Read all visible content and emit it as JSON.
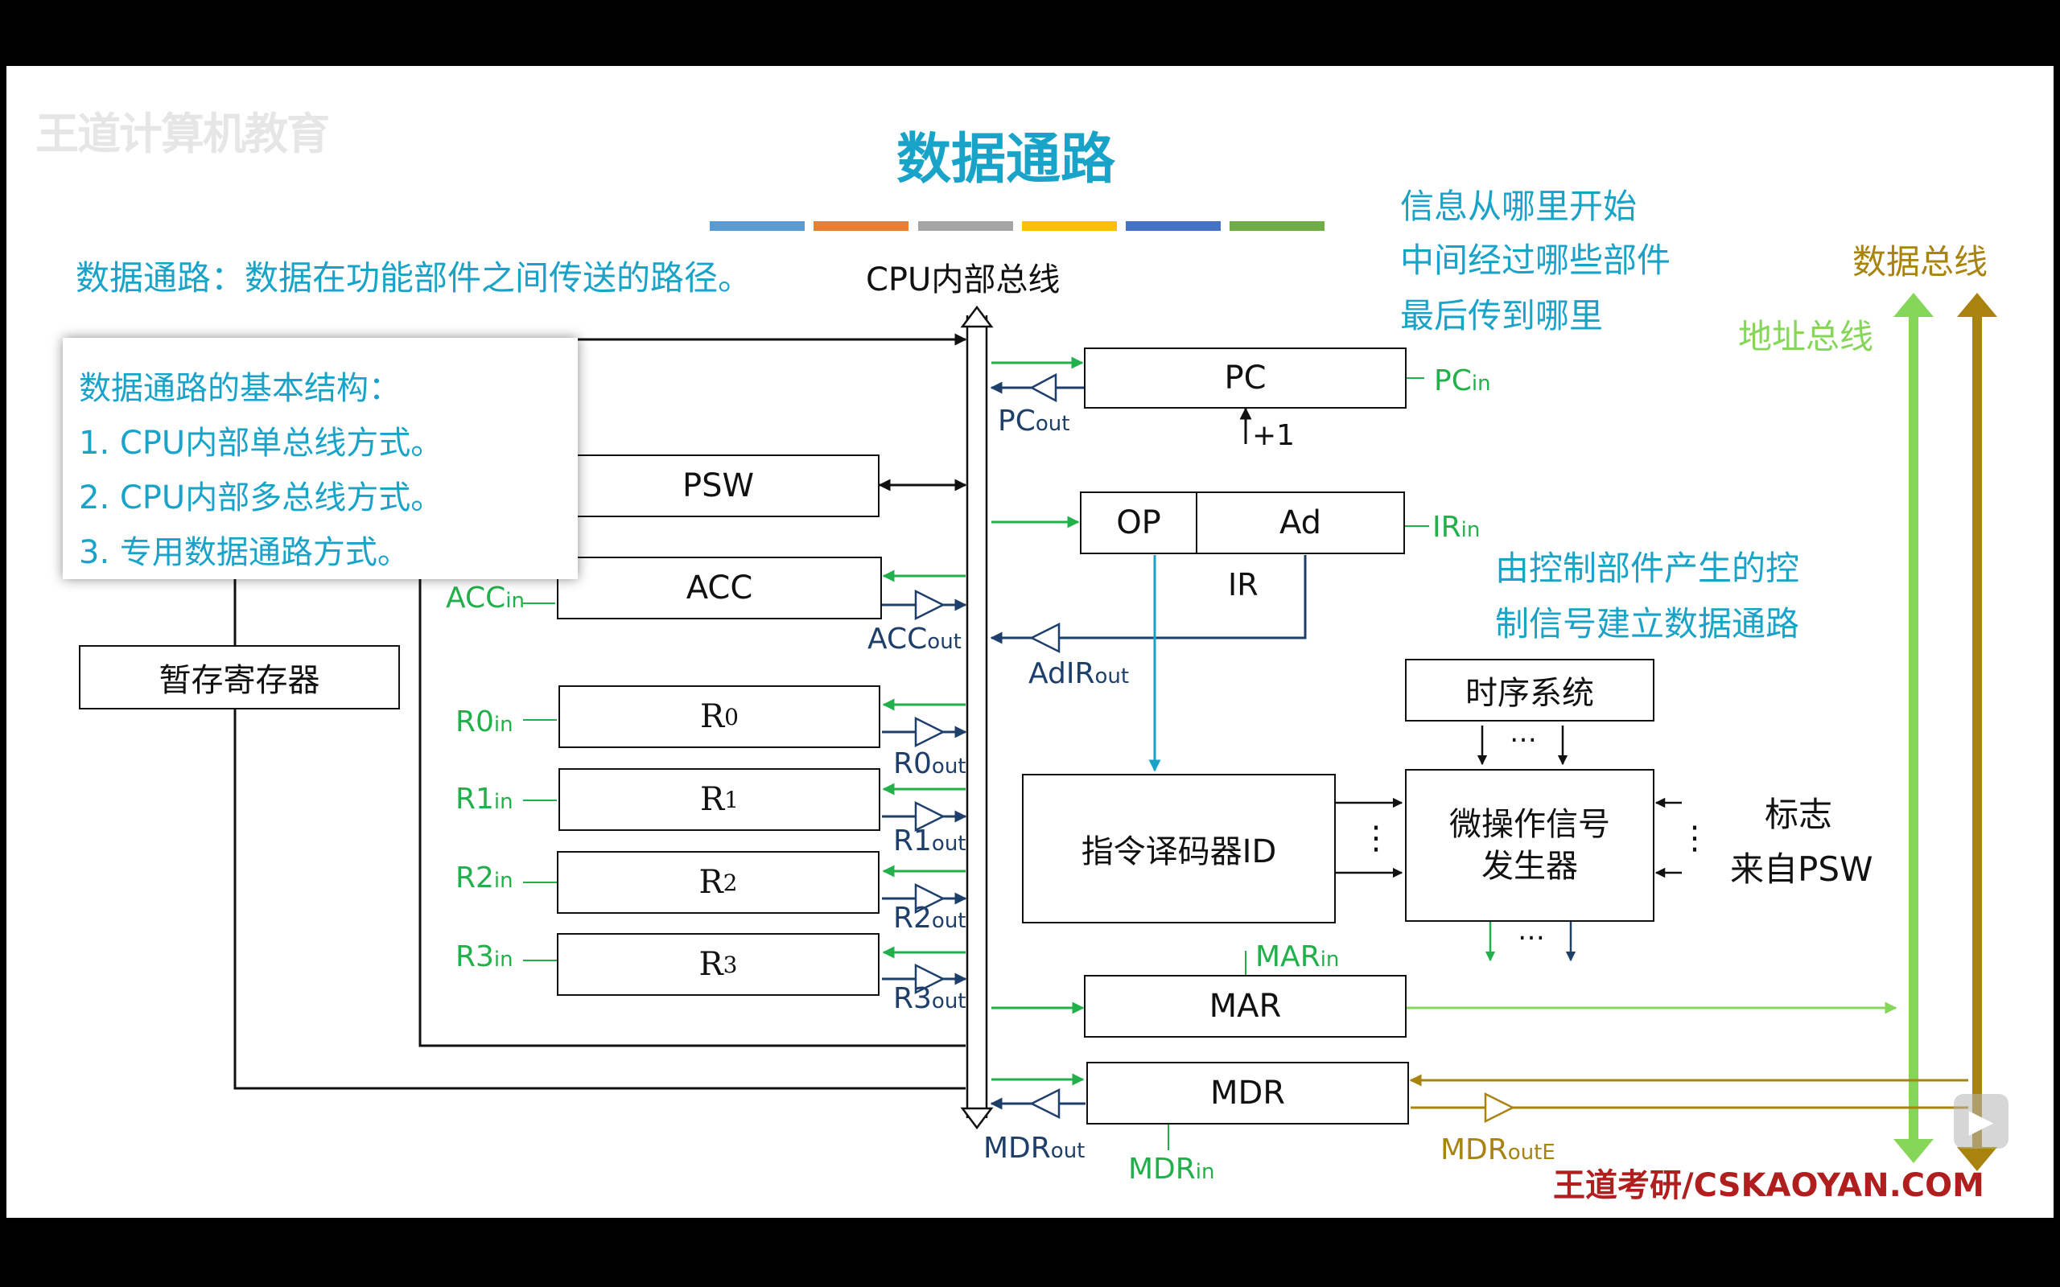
{
  "slide": {
    "watermark_top": "王道计算机教育",
    "title": "数据通路",
    "definition": "数据通路：数据在功能部件之间传送的路径。",
    "cpu_bus_label": "CPU内部总线",
    "info_lines": [
      "信息从哪里开始",
      "中间经过哪些部件",
      "最后传到哪里"
    ],
    "control_note": [
      "由控制部件产生的控",
      "制信号建立数据通路"
    ],
    "data_bus_label": "数据总线",
    "addr_bus_label": "地址总线",
    "footer": "王道考研/CSKAOYAN.COM"
  },
  "notes": {
    "heading": "数据通路的基本结构：",
    "items": [
      "1.   CPU内部单总线方式。",
      "2.   CPU内部多总线方式。",
      "3.   专用数据通路方式。"
    ]
  },
  "registers": {
    "pc": "PC",
    "plus1": "+1",
    "op": "OP",
    "ad": "Ad",
    "ir": "IR",
    "psw": "PSW",
    "acc": "ACC",
    "temp": "暂存寄存器",
    "r0": "R",
    "r0_sub": "0",
    "r1": "R",
    "r1_sub": "1",
    "r2": "R",
    "r2_sub": "2",
    "r3": "R",
    "r3_sub": "3",
    "mar": "MAR",
    "mdr": "MDR",
    "timing": "时序系统",
    "decoder": "指令译码器ID",
    "micro_op": [
      "微操作信号",
      "发生器"
    ],
    "flags": [
      "标志",
      "来自PSW"
    ],
    "dots": "…",
    "vdots": "⋮"
  },
  "signals": {
    "pc_in": [
      "PC",
      "in"
    ],
    "pc_out": [
      "PC",
      "out"
    ],
    "ir_in": [
      "IR",
      "in"
    ],
    "adir_out": [
      "AdIR",
      "out"
    ],
    "acc_in": [
      "ACC",
      "in"
    ],
    "acc_out": [
      "ACC",
      "out"
    ],
    "r0_in": [
      "R0",
      "in"
    ],
    "r0_out": [
      "R0",
      "out"
    ],
    "r1_in": [
      "R1",
      "in"
    ],
    "r1_out": [
      "R1",
      "out"
    ],
    "r2_in": [
      "R2",
      "in"
    ],
    "r2_out": [
      "R2",
      "out"
    ],
    "r3_in": [
      "R3",
      "in"
    ],
    "r3_out": [
      "R3",
      "out"
    ],
    "mar_in": [
      "MAR",
      "in"
    ],
    "mdr_in": [
      "MDR",
      "in"
    ],
    "mdr_out": [
      "MDR",
      "out"
    ],
    "mdr_oute": [
      "MDR",
      "outE"
    ]
  },
  "colors": {
    "title": "#1aa3c8",
    "bar_colors": [
      "#5b9bd5",
      "#ed7d31",
      "#a5a5a5",
      "#ffc000",
      "#4472c4",
      "#70ad47"
    ],
    "in_signal": "#22b04b",
    "out_signal": "#1f3f6b",
    "data_bus": "#a8830e",
    "addr_bus": "#86d65a",
    "annotation": "#cc1f2a"
  }
}
